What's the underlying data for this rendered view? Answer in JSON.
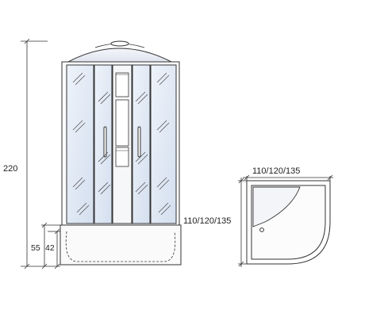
{
  "front_view": {
    "height_label": "220",
    "base_height_label": "55",
    "tray_height_label": "42",
    "width_label": "110/120/135"
  },
  "plan_view": {
    "width_label": "110/120/135"
  },
  "colors": {
    "line": "#333333",
    "glass": "#e3ebf6",
    "glass_dark": "#c9d6ea"
  }
}
